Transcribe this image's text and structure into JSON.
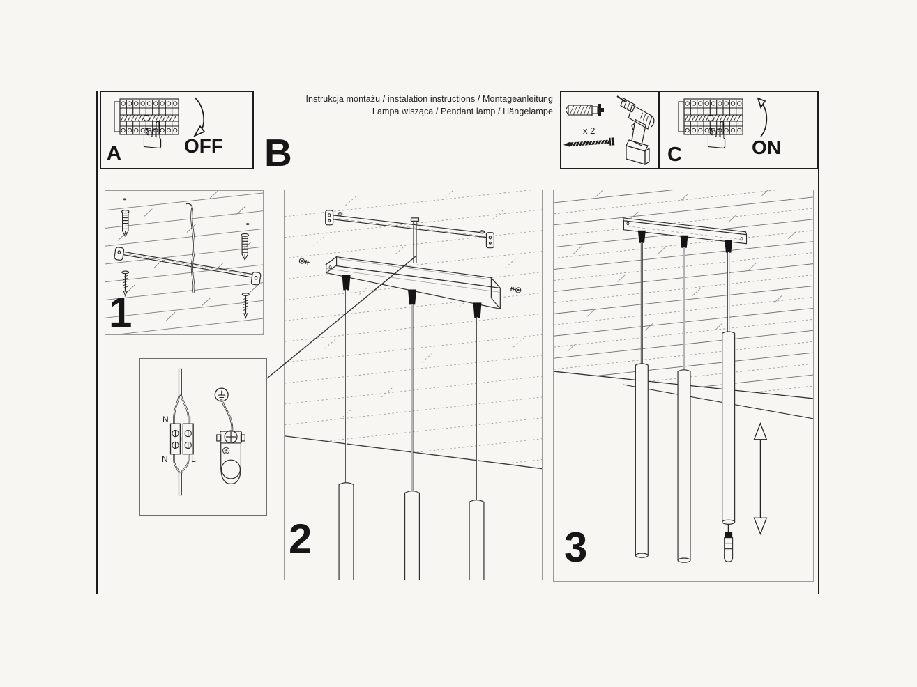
{
  "page": {
    "background": "#f7f6f3",
    "ink": "#1d1d1d"
  },
  "header": {
    "line1": "Instrukcja montażu / instalation instructions / Montageanleitung",
    "line2": "Lampa wisząca / Pendant lamp / Hängelampe"
  },
  "sections": {
    "b_label": "B"
  },
  "panel_a": {
    "label": "A",
    "state": "OFF"
  },
  "panel_c": {
    "label": "C",
    "state": "ON"
  },
  "tools": {
    "anchor_qty": "x 2"
  },
  "steps": {
    "one": "1",
    "two": "2",
    "three": "3"
  },
  "wiring": {
    "neutral_top": "N",
    "line_top": "L",
    "neutral_bottom": "N",
    "line_bottom": "L"
  },
  "icons": {
    "pointing_hand": "☝"
  }
}
